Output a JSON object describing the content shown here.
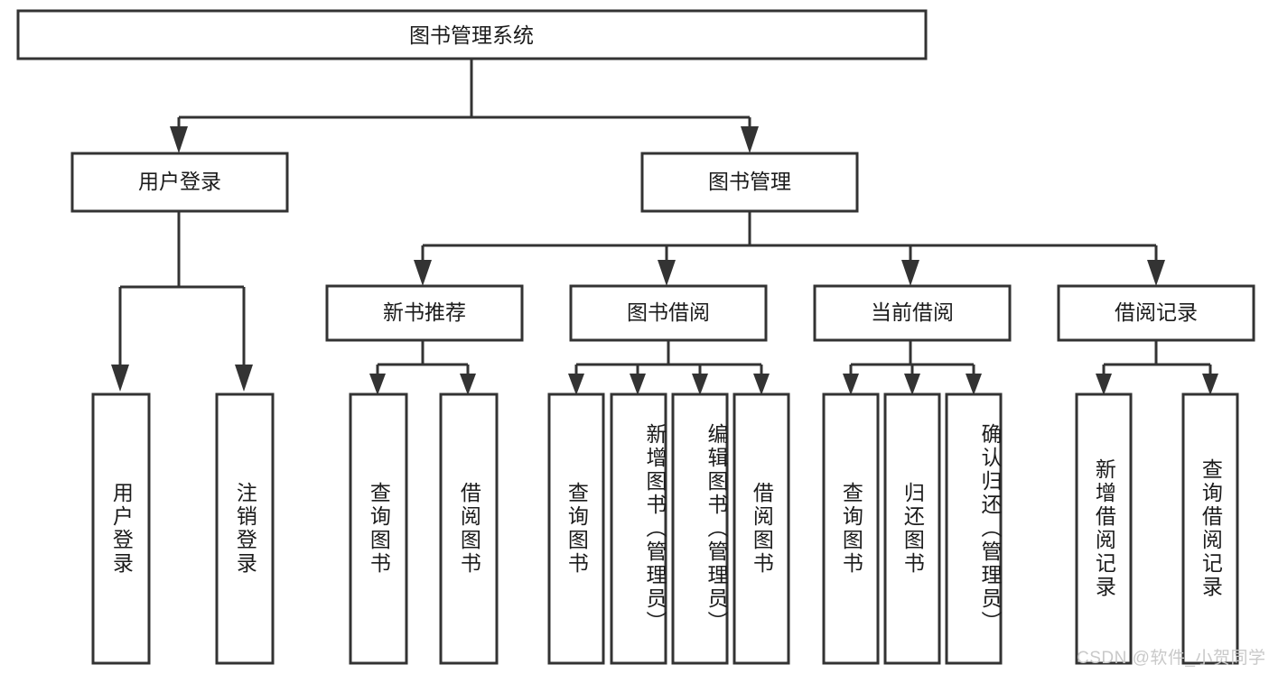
{
  "diagram": {
    "title": "图书管理系统",
    "type": "tree-hierarchy",
    "root": {
      "id": "root",
      "label": "图书管理系统"
    },
    "level2": [
      {
        "id": "user-login",
        "label": "用户登录"
      },
      {
        "id": "book-manage",
        "label": "图书管理"
      }
    ],
    "level3": [
      {
        "id": "new-book-rec",
        "label": "新书推荐",
        "parent": "book-manage"
      },
      {
        "id": "book-borrow",
        "label": "图书借阅",
        "parent": "book-manage"
      },
      {
        "id": "current-borrow",
        "label": "当前借阅",
        "parent": "book-manage"
      },
      {
        "id": "borrow-record",
        "label": "借阅记录",
        "parent": "book-manage"
      }
    ],
    "leaves": [
      {
        "id": "leaf-user-login",
        "label": "用户登录",
        "parent": "user-login"
      },
      {
        "id": "leaf-user-logout",
        "label": "注销登录",
        "parent": "user-login"
      },
      {
        "id": "leaf-query-book-1",
        "label": "查询图书",
        "parent": "new-book-rec"
      },
      {
        "id": "leaf-borrow-book-1",
        "label": "借阅图书",
        "parent": "new-book-rec"
      },
      {
        "id": "leaf-query-book-2",
        "label": "查询图书",
        "parent": "book-borrow"
      },
      {
        "id": "leaf-add-book",
        "label": "新增图书（管理员）",
        "parent": "book-borrow"
      },
      {
        "id": "leaf-edit-book",
        "label": "编辑图书（管理员）",
        "parent": "book-borrow"
      },
      {
        "id": "leaf-borrow-book-2",
        "label": "借阅图书",
        "parent": "book-borrow"
      },
      {
        "id": "leaf-query-book-3",
        "label": "查询图书",
        "parent": "current-borrow"
      },
      {
        "id": "leaf-return-book",
        "label": "归还图书",
        "parent": "current-borrow"
      },
      {
        "id": "leaf-confirm-return",
        "label": "确认归还（管理员）",
        "parent": "current-borrow"
      },
      {
        "id": "leaf-add-record",
        "label": "新增借阅记录",
        "parent": "borrow-record"
      },
      {
        "id": "leaf-query-record",
        "label": "查询借阅记录",
        "parent": "borrow-record"
      }
    ]
  },
  "watermark": {
    "text": "CSDN @软件_小贺同学"
  },
  "colors": {
    "stroke": "#333333",
    "box_fill": "#ffffff",
    "text": "#1b1b1b",
    "watermark": "#c9c9c9",
    "background": "#ffffff"
  }
}
